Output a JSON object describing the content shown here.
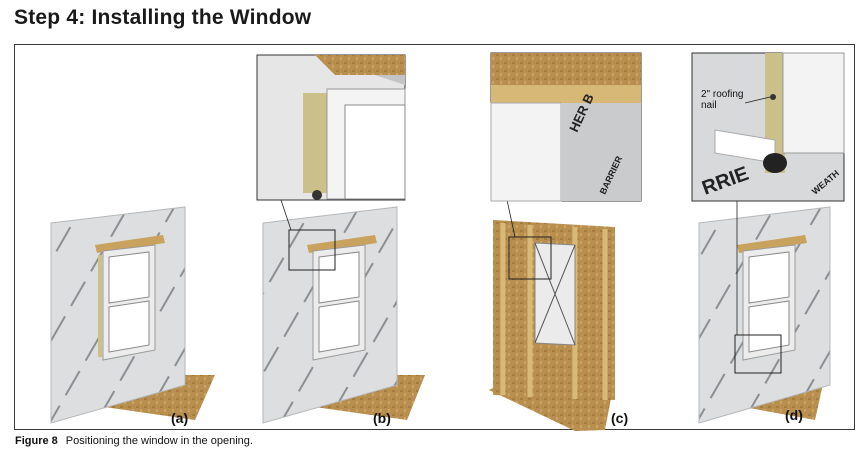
{
  "title": "Step 4:  Installing the Window",
  "figure": {
    "caption_lead": "Figure 8",
    "caption_text": "Positioning the window in the opening.",
    "panels": [
      {
        "label": "(a)"
      },
      {
        "label": "(b)"
      },
      {
        "label": "(c)"
      },
      {
        "label": "(d)"
      }
    ],
    "callout_label": "2\" roofing\nnail",
    "barrier_text": "WEATHER BARRIER",
    "detail_text_c": "HER B",
    "detail_text_c2": "BARRIER",
    "detail_text_d": "RRIE",
    "detail_text_d2": "WEATH"
  },
  "colors": {
    "wrap": "#d9dbdc",
    "wood": "#c9a25e",
    "osb": "#b98f4f",
    "flange": "#cbbf8a",
    "frame": "#f2f2f2"
  }
}
